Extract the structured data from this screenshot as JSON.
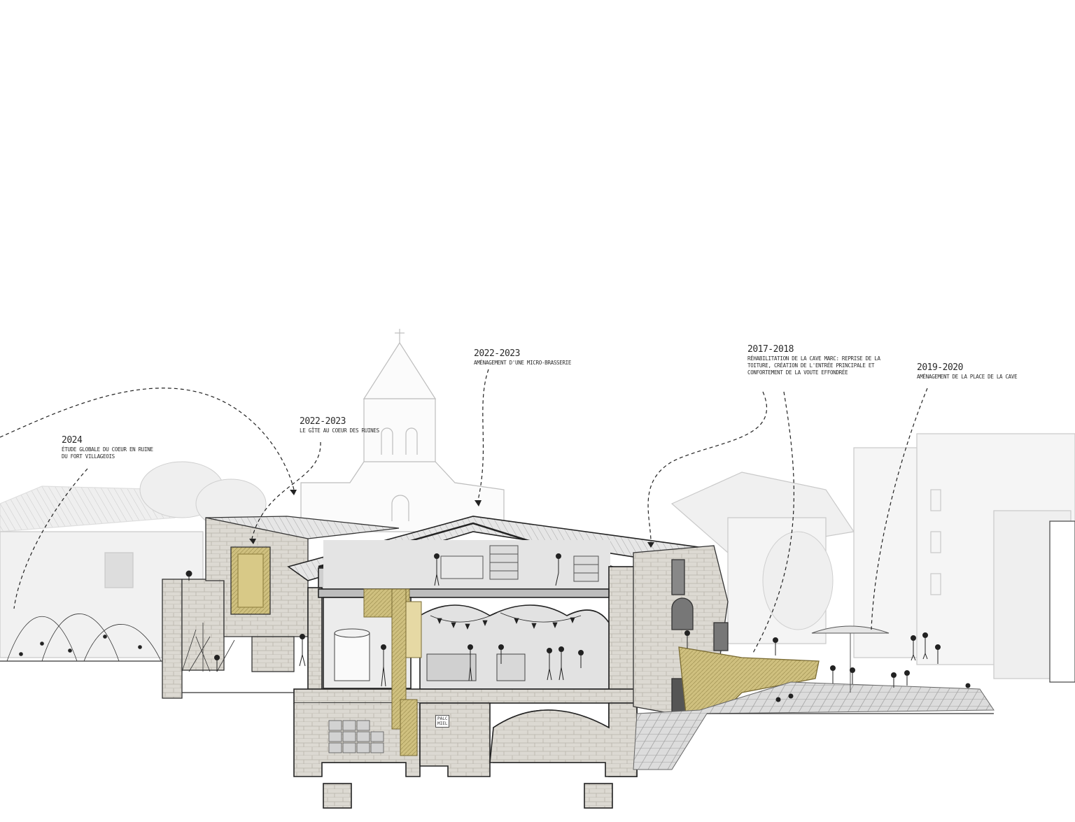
{
  "annotations": [
    {
      "year": "2024",
      "lines": [
        "Étude globale du coeur en ruine",
        "du fort villageois"
      ]
    },
    {
      "year": "2022-2023",
      "lines": [
        "Le gîte au coeur des ruines"
      ]
    },
    {
      "year": "2022-2023",
      "lines": [
        "Aménagement d'une micro-brasserie"
      ]
    },
    {
      "year": "2017-2018",
      "lines": [
        "Réhabilitation de La cave Marc: reprise de la",
        "toiture, création de l'entrée principale et",
        "confortement de la voute effondrée"
      ]
    },
    {
      "year": "2019-2020",
      "lines": [
        "Aménagement de la place de la Cave"
      ]
    }
  ],
  "sign_text": [
    "PALC",
    "MIEL"
  ],
  "colors": {
    "ink": "#2a2a2a",
    "stone": "#d9d6cf",
    "stone_dark": "#b9b5ad",
    "interior": "#e9e8e6",
    "wood": "#c8b97a",
    "wood_dark": "#a8995a",
    "sky_bg": "#ffffff",
    "ghost": "#c9c9c9"
  }
}
